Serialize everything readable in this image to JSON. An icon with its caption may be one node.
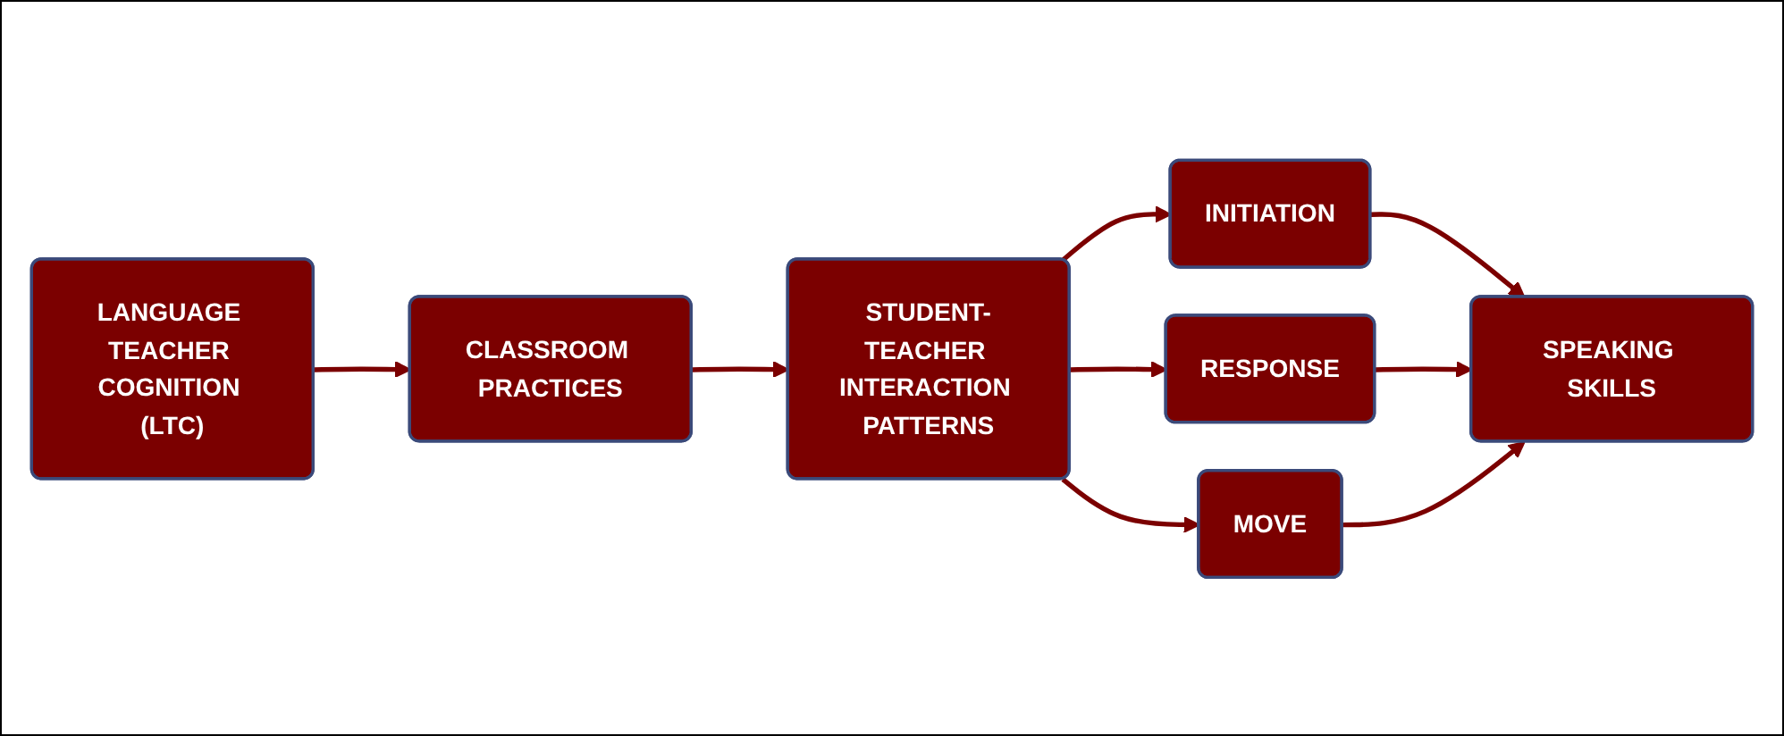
{
  "diagram": {
    "nodes": [
      {
        "text": [
          "LANGUAGE TEACHER COGNITION (LTC)"
        ]
      },
      {
        "text": [
          "CLASSROOM PRACTICES"
        ]
      },
      {
        "text": [
          "STUDENT-TEACHER INTERACTION PATTERNS"
        ]
      },
      {
        "text": [
          "INITIATION"
        ]
      },
      {
        "text": [
          "RESPONSE"
        ]
      },
      {
        "text": [
          "MOVE"
        ]
      },
      {
        "text": [
          "SPEAKING SKILLS"
        ]
      }
    ],
    "edges": [
      {
        "from": 0,
        "to": 1,
        "arrow": "to"
      },
      {
        "from": 1,
        "to": 2,
        "arrow": "to"
      },
      {
        "from": 2,
        "to": 3,
        "arrow": "to"
      },
      {
        "from": 2,
        "to": 4,
        "arrow": "to"
      },
      {
        "from": 2,
        "to": 5,
        "arrow": "to"
      },
      {
        "from": 3,
        "to": 6,
        "arrow": "to"
      },
      {
        "from": 4,
        "to": 6,
        "arrow": "to"
      },
      {
        "from": 5,
        "to": 6,
        "arrow": "to"
      }
    ]
  }
}
